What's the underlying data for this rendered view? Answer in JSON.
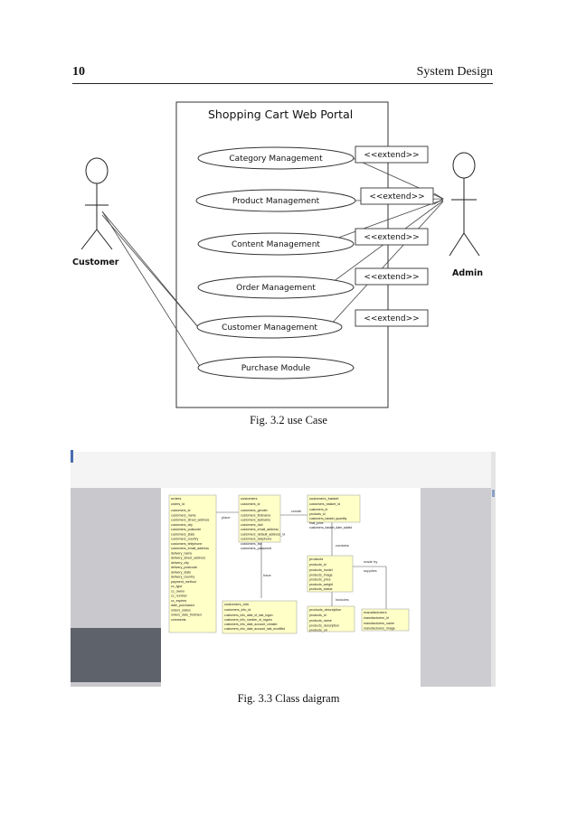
{
  "header": {
    "page_number": "10",
    "section_title": "System Design"
  },
  "use_case_diagram": {
    "system_title": "Shopping Cart Web Portal",
    "actors": {
      "customer": "Customer",
      "admin": "Admin"
    },
    "use_cases": [
      "Category Management",
      "Product Management",
      "Content Management",
      "Order Management",
      "Customer Management",
      "Purchase Module"
    ],
    "extend_labels": [
      "<<extend>>",
      "<<extend>>",
      "<<extend>>",
      "<<extend>>",
      "<<extend>>"
    ],
    "caption": "Fig. 3.2 use Case"
  },
  "class_diagram": {
    "entities": [
      {
        "name": "orders",
        "pk": "orders_id",
        "fields": [
          "customers_id",
          "customers_name",
          "customers_street_address",
          "customers_city",
          "customers_postcode",
          "customers_state",
          "customers_country",
          "customers_telephone",
          "customers_email_address",
          "delivery_name",
          "delivery_street_address",
          "delivery_city",
          "delivery_postcode",
          "delivery_state",
          "delivery_country",
          "payment_method",
          "cc_type",
          "cc_owner",
          "cc_number",
          "cc_expires",
          "date_purchased",
          "orders_status",
          "orders_date_finished",
          "comments"
        ]
      },
      {
        "name": "customers",
        "pk": "customers_id",
        "fields": [
          "customers_gender",
          "customers_firstname",
          "customers_lastname",
          "customers_dob",
          "customers_email_address",
          "customers_default_address_id",
          "customers_telephone",
          "customers_fax",
          "customers_password"
        ]
      },
      {
        "name": "customers_basket",
        "pk": "customers_basket_id",
        "fields": [
          "customers_id",
          "products_id",
          "customers_basket_quantity",
          "final_price",
          "customers_basket_date_added"
        ]
      },
      {
        "name": "products",
        "pk": "products_id",
        "fields": [
          "products_model",
          "products_image",
          "products_price",
          "products_weight",
          "products_status"
        ]
      },
      {
        "name": "customers_info",
        "pk": "customers_info_id",
        "fields": [
          "customers_info_date_of_last_logon",
          "customers_info_number_of_logons",
          "customers_info_date_account_created",
          "customers_info_date_account_last_modified"
        ]
      },
      {
        "name": "products_description",
        "pk": "products_id",
        "fields": [
          "products_name",
          "products_description",
          "products_url"
        ]
      },
      {
        "name": "manufacturers",
        "pk": "manufacturers_id",
        "fields": [
          "manufacturers_name",
          "manufacturers_image"
        ]
      }
    ],
    "relations": [
      "place",
      "create",
      "contains",
      "have",
      "includes",
      "made by",
      "supplies"
    ],
    "caption": "Fig. 3.3 Class daigram"
  }
}
